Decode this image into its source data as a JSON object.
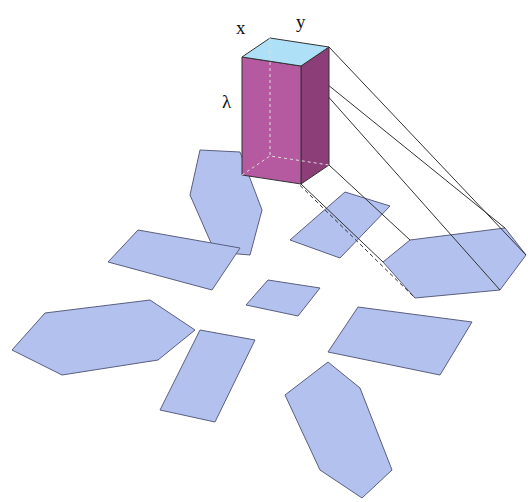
{
  "diagram": {
    "labels": [
      "x",
      "y",
      "λ"
    ]
  }
}
